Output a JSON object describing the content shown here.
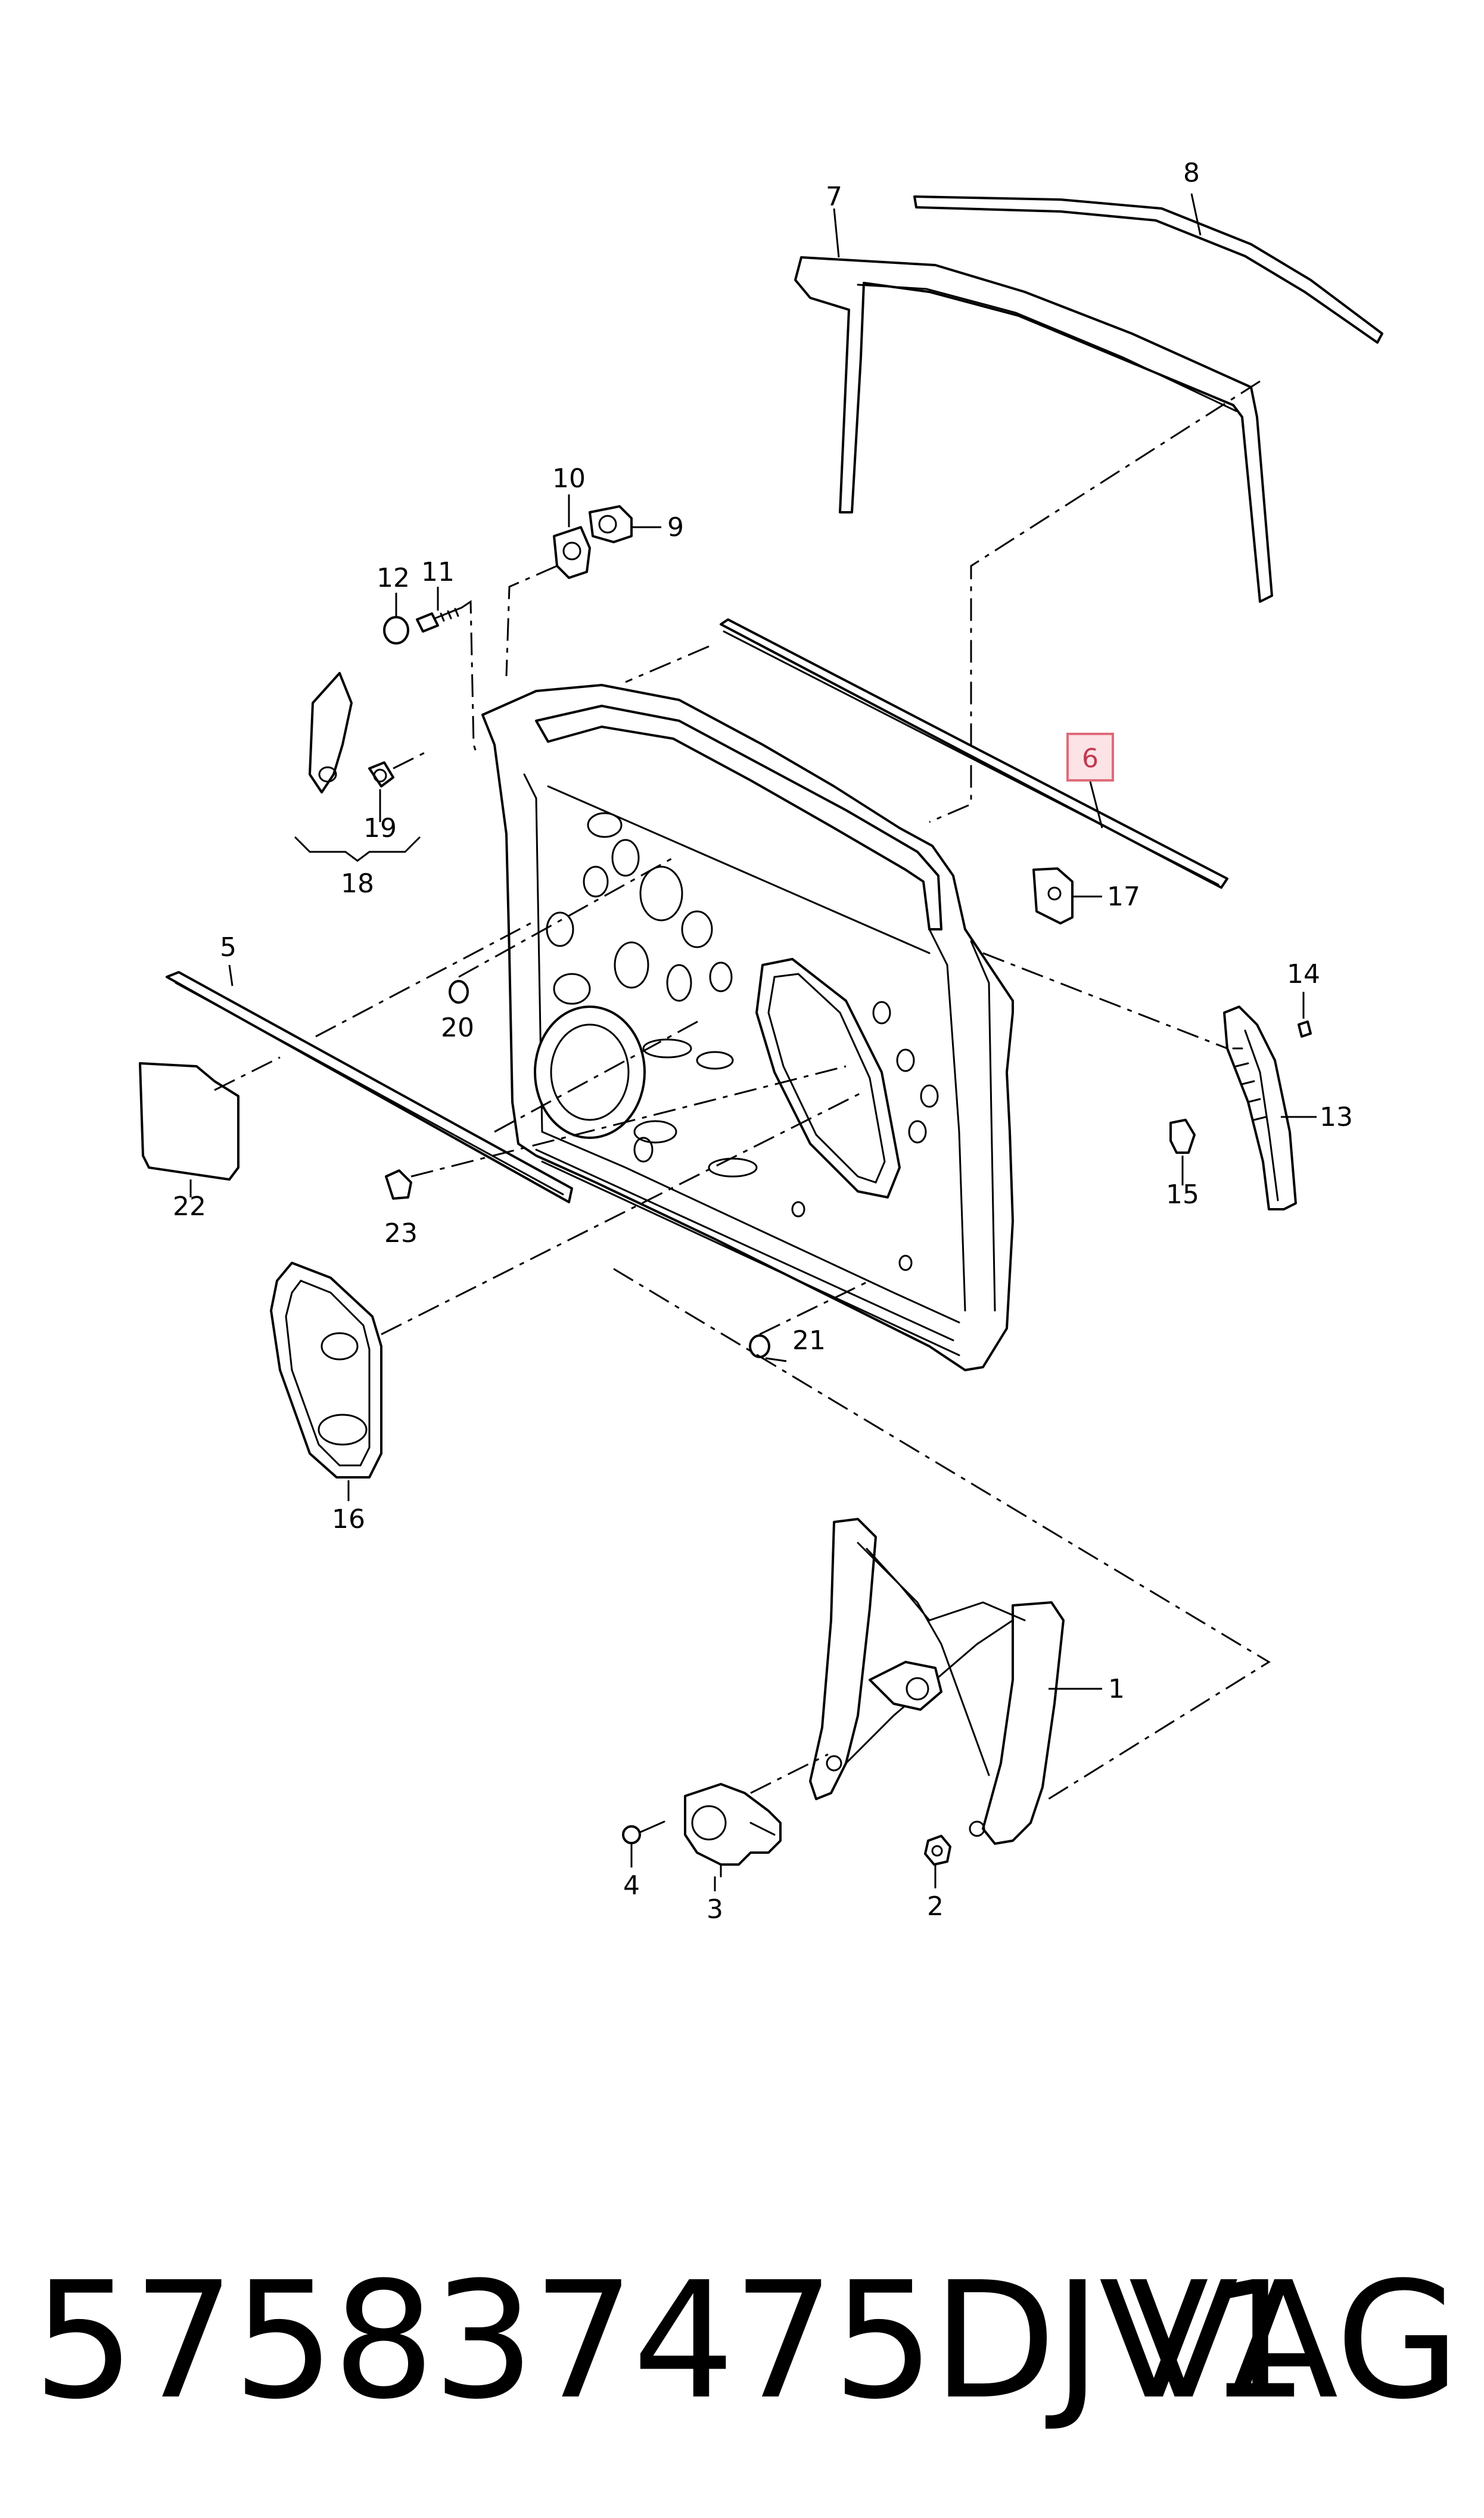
{
  "callouts": {
    "c1": "1",
    "c2": "2",
    "c3": "3",
    "c4": "4",
    "c5": "5",
    "c6": "6",
    "c7": "7",
    "c8": "8",
    "c9": "9",
    "c10": "10",
    "c11": "11",
    "c12": "12",
    "c13": "13",
    "c14": "14",
    "c15": "15",
    "c16": "16",
    "c17": "17",
    "c18": "18",
    "c19": "19",
    "c20": "20",
    "c21": "21",
    "c22": "22",
    "c23": "23"
  },
  "highlighted_callout": "6",
  "highlight_colors": {
    "fill": "#fbe3e6",
    "stroke": "#e06a7a",
    "text": "#c0394f"
  },
  "footer": {
    "part_number": "575837475DJV1",
    "brand": "VAG"
  }
}
